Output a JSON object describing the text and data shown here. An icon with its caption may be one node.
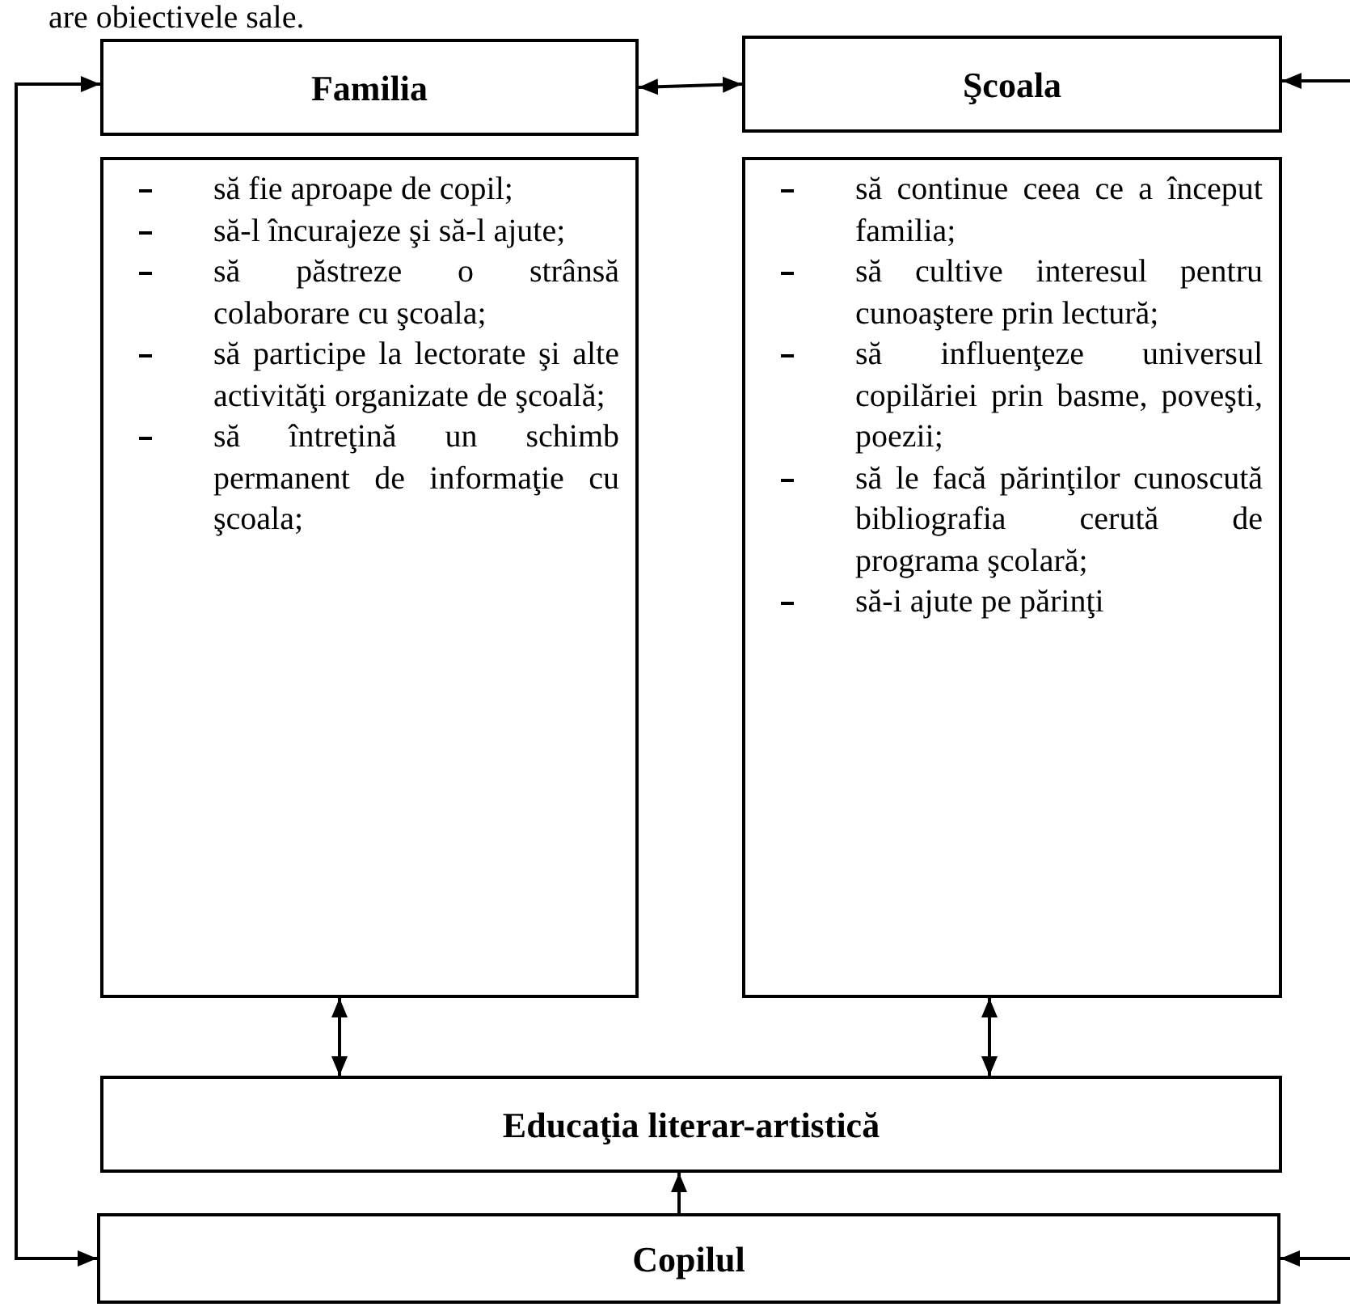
{
  "diagram": {
    "nodes": [
      {
        "text": [
          "Familia"
        ]
      },
      {
        "text": [
          "Şcoala"
        ]
      },
      {
        "text": [
          "să fie aproape de copil;",
          "să-l încurajeze şi să-l ajute;",
          "să păstreze o strânsă colaborare cu şcoala;",
          "să participe la lectorate şi alte activităţi organizate de şcoală;",
          "să întreţină un schimb permanent de informaţie cu şcoala;"
        ]
      },
      {
        "text": [
          "să continue ceea ce a început familia;",
          "să cultive interesul pentru cunoaştere prin lectură;",
          "să influenţeze universul copilăriei prin basme, poveşti, poezii;",
          "să le facă părinţilor cunoscută bibliografia cerută de programa şcolară;",
          "să-i ajute pe părinţi"
        ]
      },
      {
        "text": [
          "Educaţia literar-artistică"
        ]
      },
      {
        "text": [
          "Copilul"
        ]
      }
    ],
    "edges": [
      {
        "from": 0,
        "to": 1,
        "arrow": "both"
      },
      {
        "from": 2,
        "to": 4,
        "arrow": "both"
      },
      {
        "from": 3,
        "to": 4,
        "arrow": "both"
      },
      {
        "from": 5,
        "to": 4,
        "arrow": "to"
      },
      {
        "from": 5,
        "to": 0,
        "arrow": "both"
      },
      {
        "from": null,
        "to": 1,
        "arrow": "to"
      },
      {
        "from": null,
        "to": 5,
        "arrow": "to"
      }
    ],
    "labels": [
      "are obiectivele sale."
    ]
  }
}
